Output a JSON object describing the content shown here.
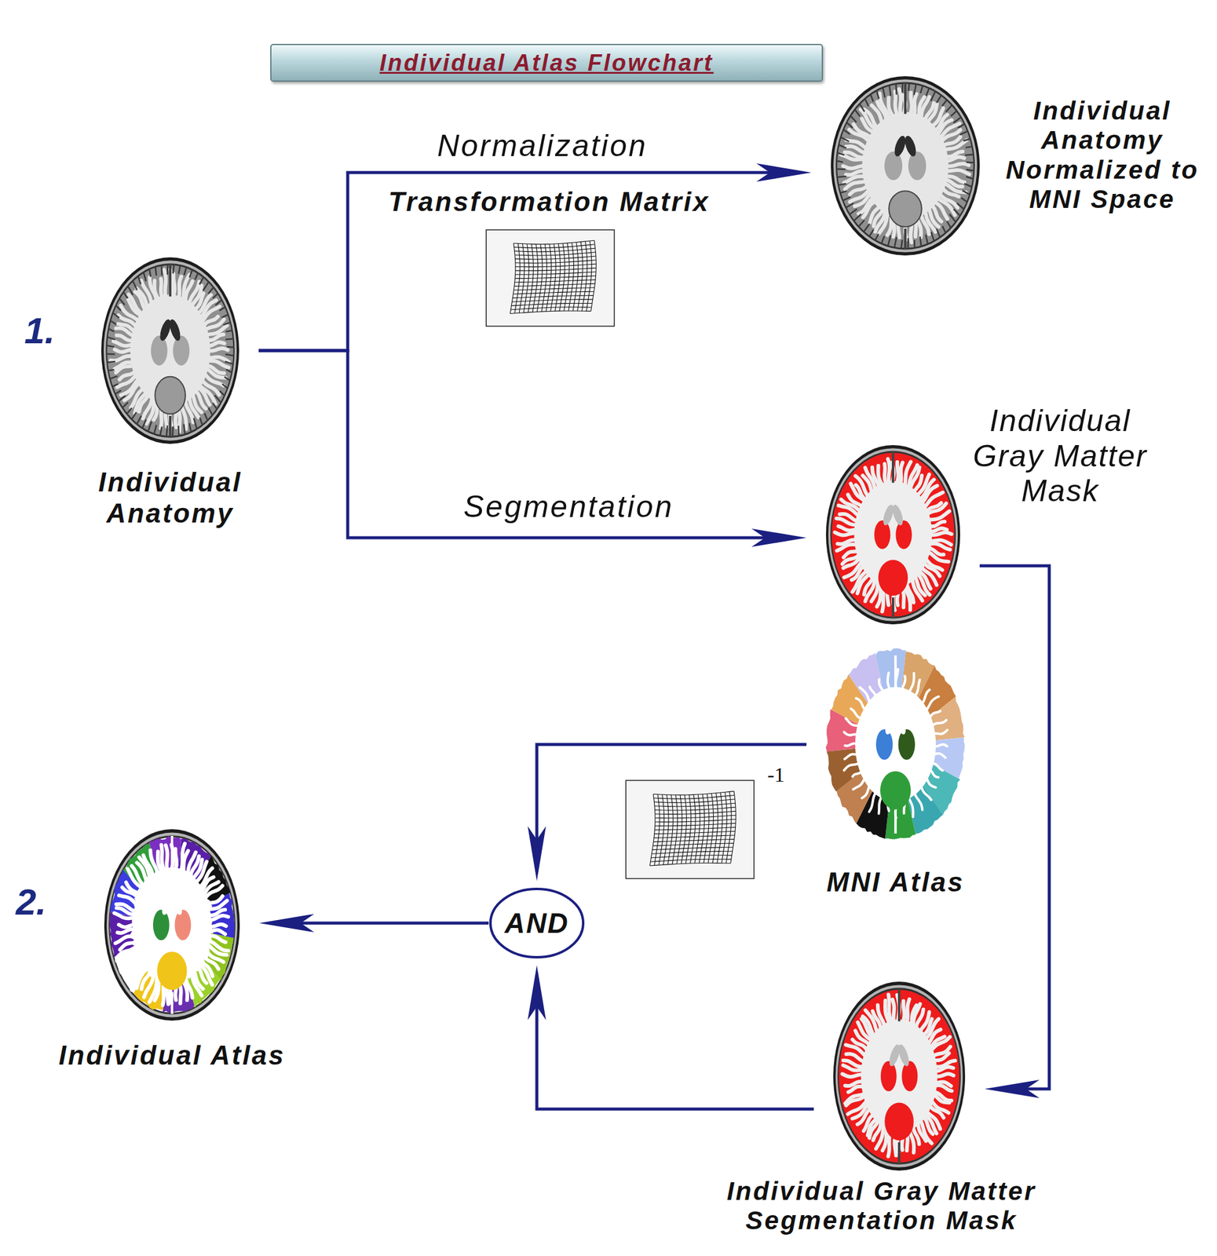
{
  "diagram": {
    "title": "Individual Atlas Flowchart",
    "nodes": [
      {
        "text": [
          "Individual Anatomy"
        ]
      },
      {
        "text": [
          "Individual Anatomy Normalized to MNI Space"
        ]
      },
      {
        "text": [
          "Individual Gray Matter Mask"
        ]
      },
      {
        "text": [
          "MNI Atlas"
        ]
      },
      {
        "text": [
          "Individual Gray Matter Segmentation Mask"
        ]
      },
      {
        "text": [
          "AND"
        ]
      },
      {
        "text": [
          "Individual Atlas"
        ]
      }
    ],
    "edges": [
      {
        "from": 0,
        "to": 1,
        "label": "Normalization",
        "arrow": "to"
      },
      {
        "from": 0,
        "to": 2,
        "label": "Segmentation",
        "arrow": "to"
      },
      {
        "from": 2,
        "to": 4,
        "arrow": "to"
      },
      {
        "from": 3,
        "to": 5,
        "arrow": "to"
      },
      {
        "from": 4,
        "to": 5,
        "arrow": "to"
      },
      {
        "from": 5,
        "to": 6,
        "arrow": "to"
      }
    ],
    "labels": [
      "1.",
      "Transformation Matrix",
      "-1",
      "2."
    ]
  }
}
